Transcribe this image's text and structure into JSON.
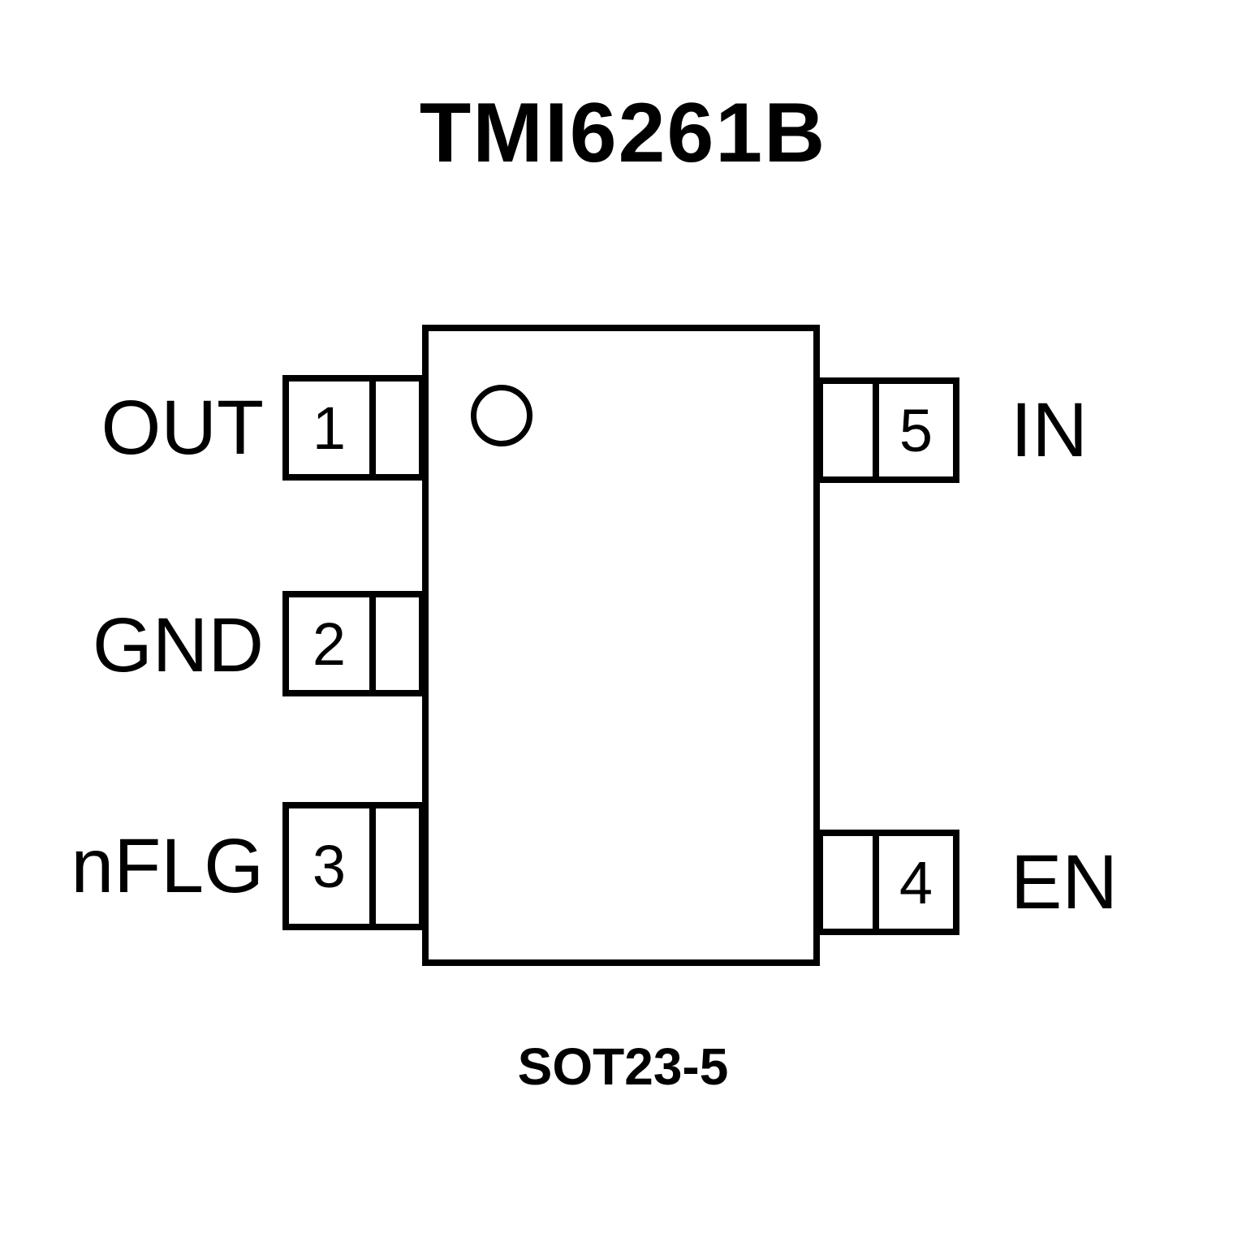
{
  "title": "TMI6261B",
  "package": "SOT23-5",
  "colors": {
    "line": "#000000",
    "background": "#ffffff"
  },
  "pins": [
    {
      "number": "1",
      "label": "OUT",
      "side": "left"
    },
    {
      "number": "2",
      "label": "GND",
      "side": "left"
    },
    {
      "number": "3",
      "label": "nFLG",
      "side": "left"
    },
    {
      "number": "4",
      "label": "EN",
      "side": "right"
    },
    {
      "number": "5",
      "label": "IN",
      "side": "right"
    }
  ]
}
